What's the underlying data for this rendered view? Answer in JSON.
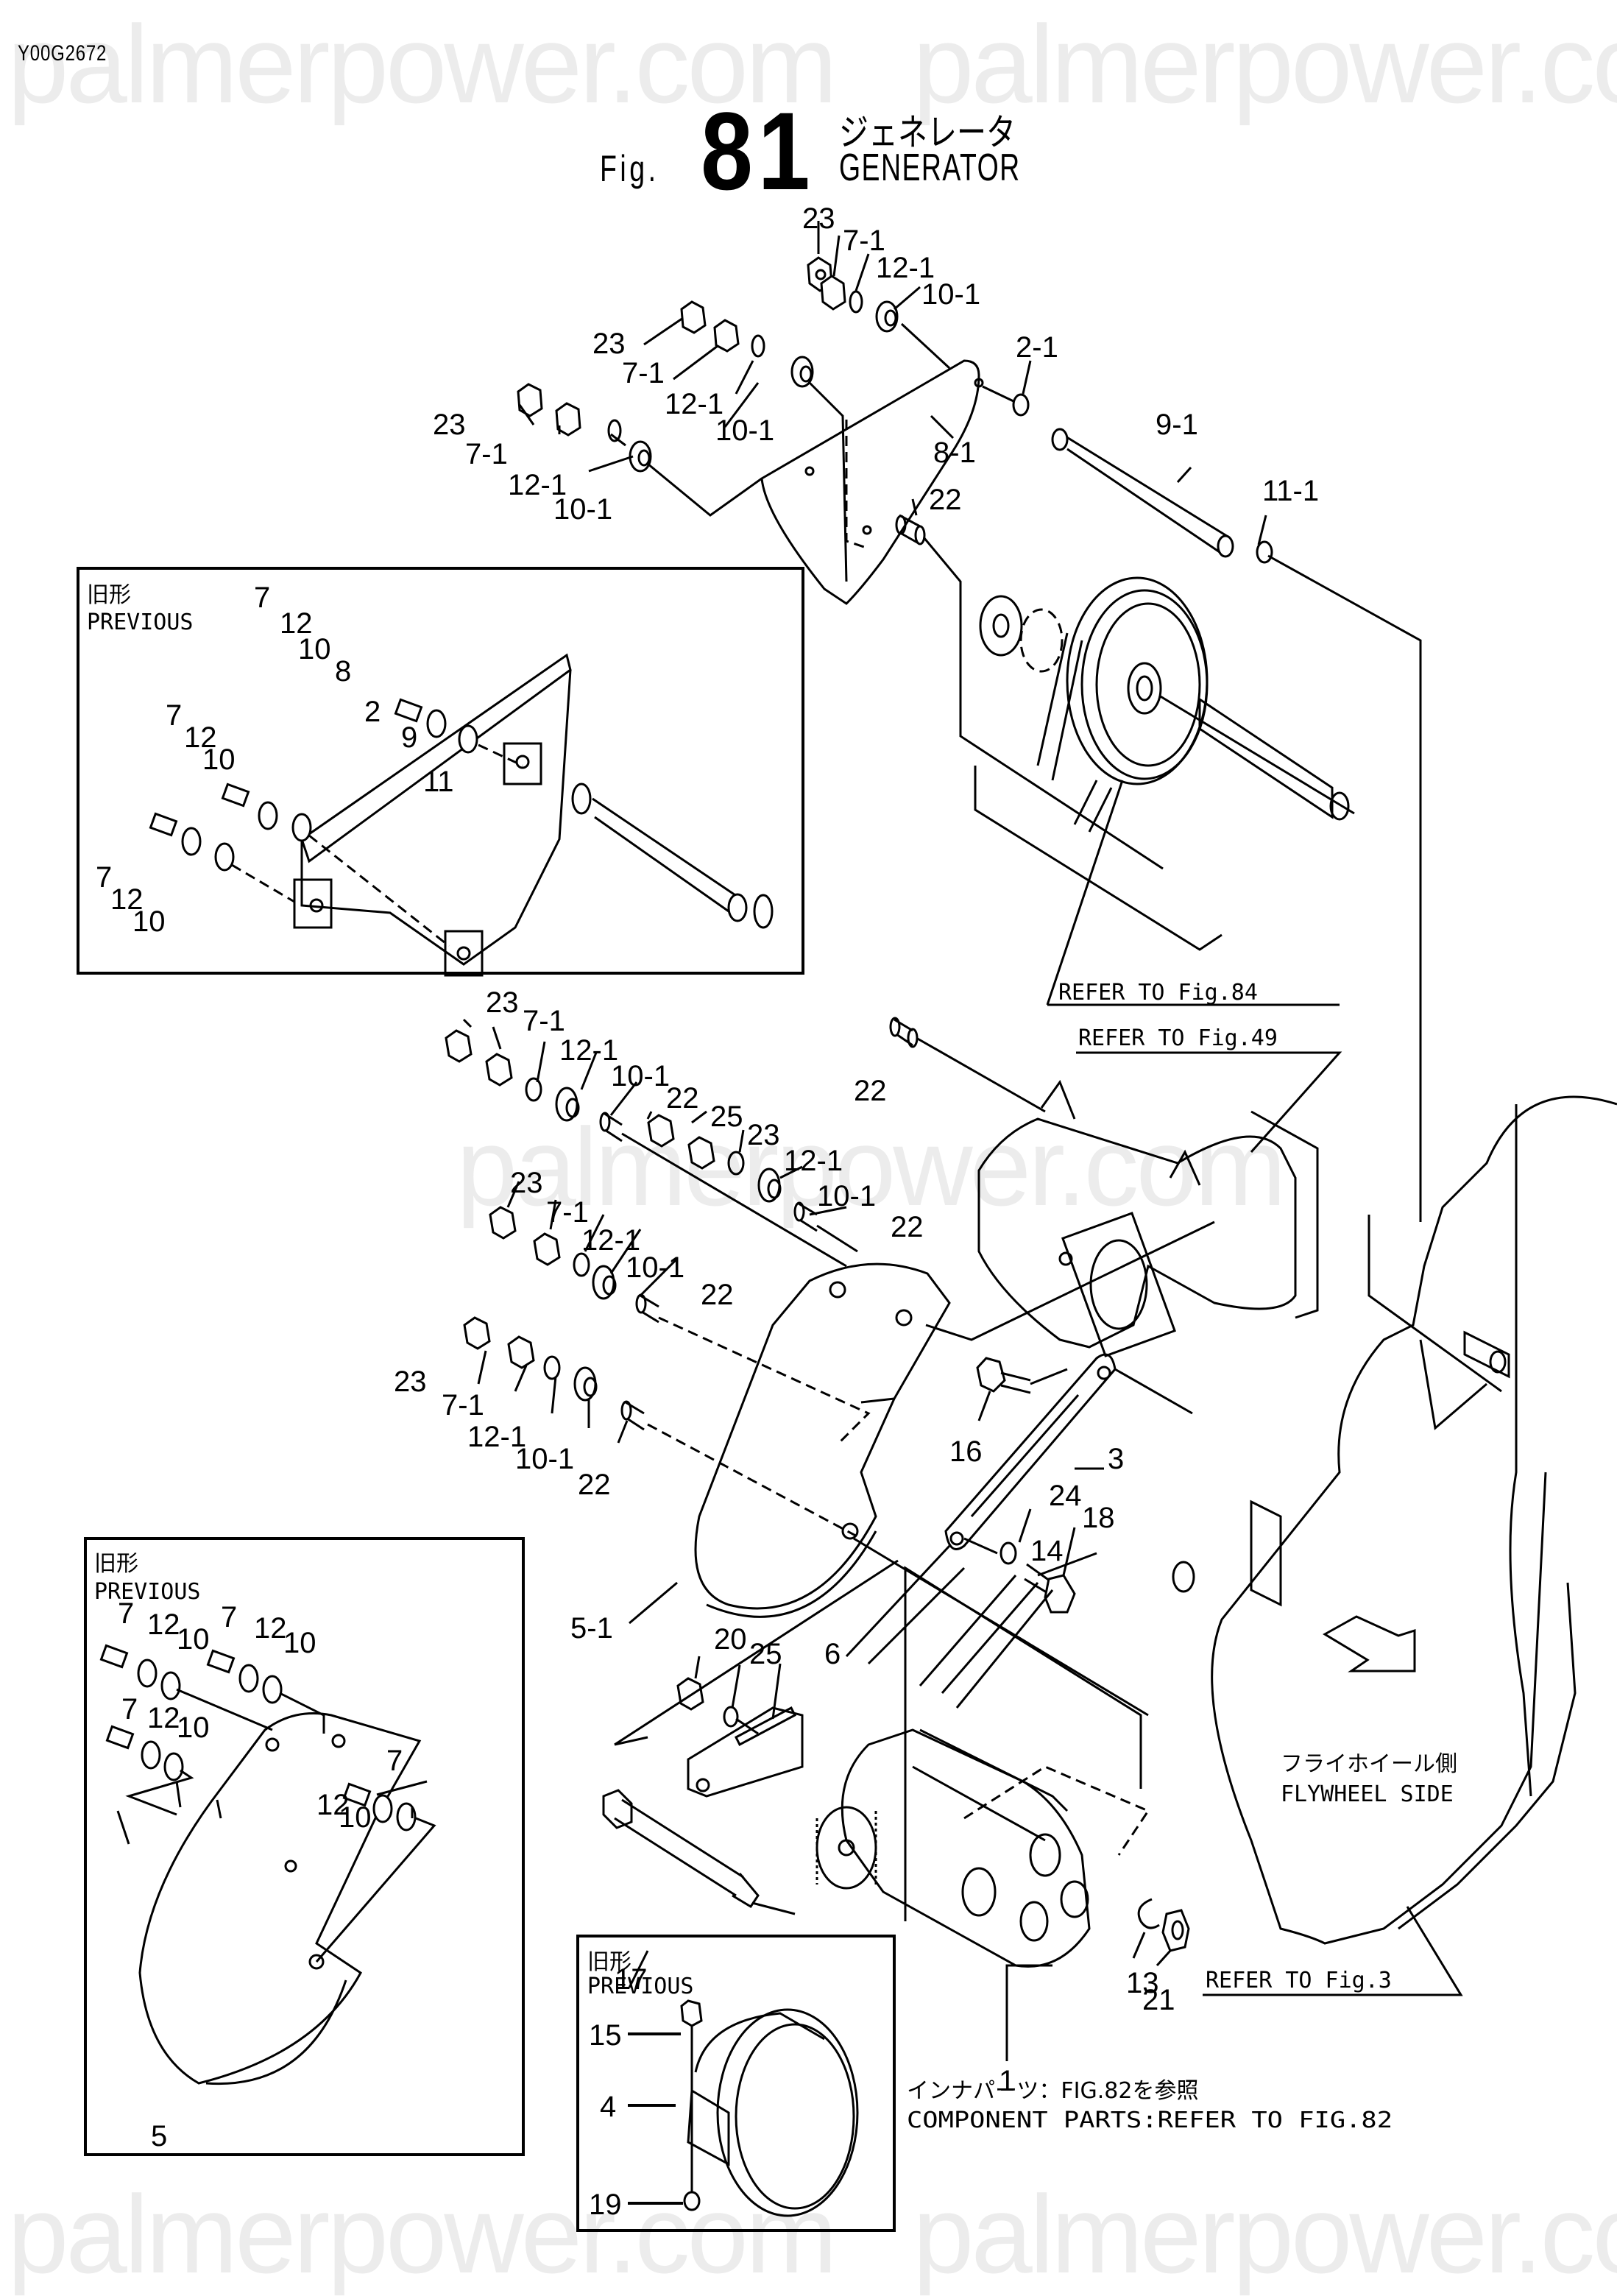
{
  "document": {
    "id": "Y00G2672",
    "watermark": "palmerpower.com",
    "figure_prefix": "Fig.",
    "figure_number": "81",
    "title_jp": "ジェネレータ",
    "title_en": "GENERATOR"
  },
  "insets": [
    {
      "id": "inset-bracket",
      "title_jp": "旧形",
      "title_en": "PREVIOUS",
      "labels": [
        "7",
        "12",
        "10",
        "8",
        "2",
        "9",
        "11",
        "7",
        "12",
        "10",
        "7",
        "12",
        "10"
      ]
    },
    {
      "id": "inset-cover",
      "title_jp": "旧形",
      "title_en": "PREVIOUS",
      "labels": [
        "7",
        "12",
        "10",
        "7",
        "12",
        "10",
        "7",
        "12",
        "10",
        "7",
        "12",
        "10",
        "5"
      ]
    },
    {
      "id": "inset-band",
      "title_jp": "旧形",
      "title_en": "PREVIOUS",
      "labels": [
        "15",
        "4",
        "19"
      ]
    }
  ],
  "part_labels": {
    "top": [
      "23",
      "7-1",
      "12-1",
      "10-1",
      "23",
      "7-1",
      "12-1",
      "10-1",
      "23",
      "7-1",
      "12-1",
      "10-1",
      "2-1",
      "8-1",
      "22",
      "9-1",
      "11-1"
    ],
    "middle": [
      "22",
      "23",
      "7-1",
      "12-1",
      "10-1",
      "22",
      "25",
      "23",
      "12-1",
      "10-1",
      "22",
      "23",
      "7-1",
      "12-1",
      "10-1",
      "22",
      "23",
      "7-1",
      "12-1",
      "10-1",
      "22"
    ],
    "lower": [
      "16",
      "3",
      "24",
      "18",
      "5-1",
      "20",
      "25",
      "6",
      "14",
      "17",
      "13",
      "21",
      "1"
    ]
  },
  "references": {
    "fig84": "REFER TO Fig.84",
    "fig49": "REFER TO Fig.49",
    "fig3": "REFER TO Fig.3"
  },
  "flywheel": {
    "jp": "フライホイール側",
    "en": "FLYWHEEL SIDE"
  },
  "component_note": {
    "jp": "インナパーツ：FIG.82を参照",
    "en": "COMPONENT PARTS:REFER TO FIG.82"
  }
}
